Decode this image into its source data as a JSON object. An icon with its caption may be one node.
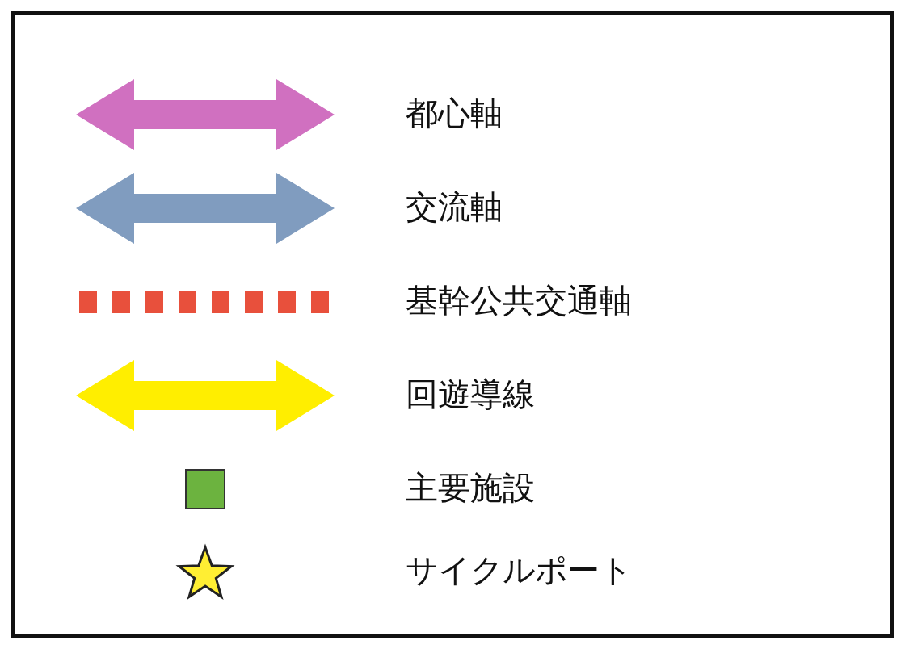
{
  "diagram": {
    "legend": [
      {
        "text": "都心軸"
      },
      {
        "text": "交流軸"
      },
      {
        "text": "基幹公共交通軸"
      },
      {
        "text": "回遊導線"
      },
      {
        "text": "主要施設",
        "color": "#6cb33f"
      },
      {
        "text": "サイクルポート"
      }
    ]
  }
}
